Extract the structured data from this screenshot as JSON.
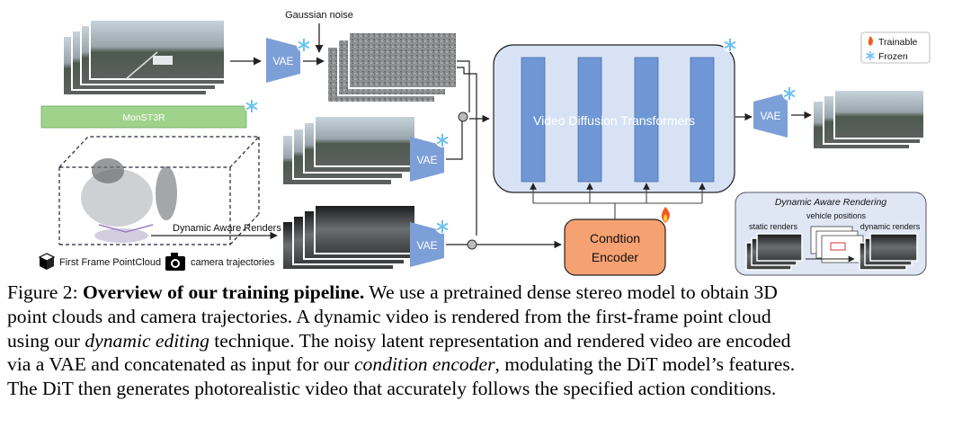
{
  "figure": {
    "labels": {
      "gaussian_noise": "Gaussian noise",
      "vae": "VAE",
      "monst3r": "MonST3R",
      "vdt": "Video Diffusion Transformers",
      "dynamic_renders": "Dynamic Aware Renders",
      "first_frame": "First Frame PointCloud",
      "camera_traj": "camera trajectories",
      "cond_line1": "Condtion",
      "cond_line2": "Encoder"
    },
    "legend": {
      "trainable": "Trainable",
      "frozen": "Frozen"
    },
    "dar_panel": {
      "title": "Dynamic Aware Rendering",
      "static": "static renders",
      "vehicle": "vehicle positions",
      "dynamic": "dynamic renders"
    },
    "colors": {
      "vae": "#7d9fd8",
      "monst3r": "#9fd38b",
      "dit_panel": "#d7e3f5",
      "dit_bar": "#6f97d6",
      "cond_encoder": "#f6a172",
      "dar_bg": "#dfe6f4"
    }
  },
  "caption": {
    "prefix": "Figure 2: ",
    "bold": "Overview of our training pipeline.",
    "l1_rest": " We use a pretrained dense stereo model to obtain 3D",
    "l2": "point clouds and camera trajectories. A dynamic video is rendered from the first-frame point cloud",
    "l3_a": "using our ",
    "l3_i": "dynamic editing",
    "l3_b": " technique. The noisy latent representation and rendered video are encoded",
    "l4_a": "via a VAE and concatenated as input for our ",
    "l4_i": "condition encoder",
    "l4_b": ", modulating the DiT model’s features.",
    "l5": "The DiT then generates photorealistic video that accurately follows the specified action conditions."
  }
}
